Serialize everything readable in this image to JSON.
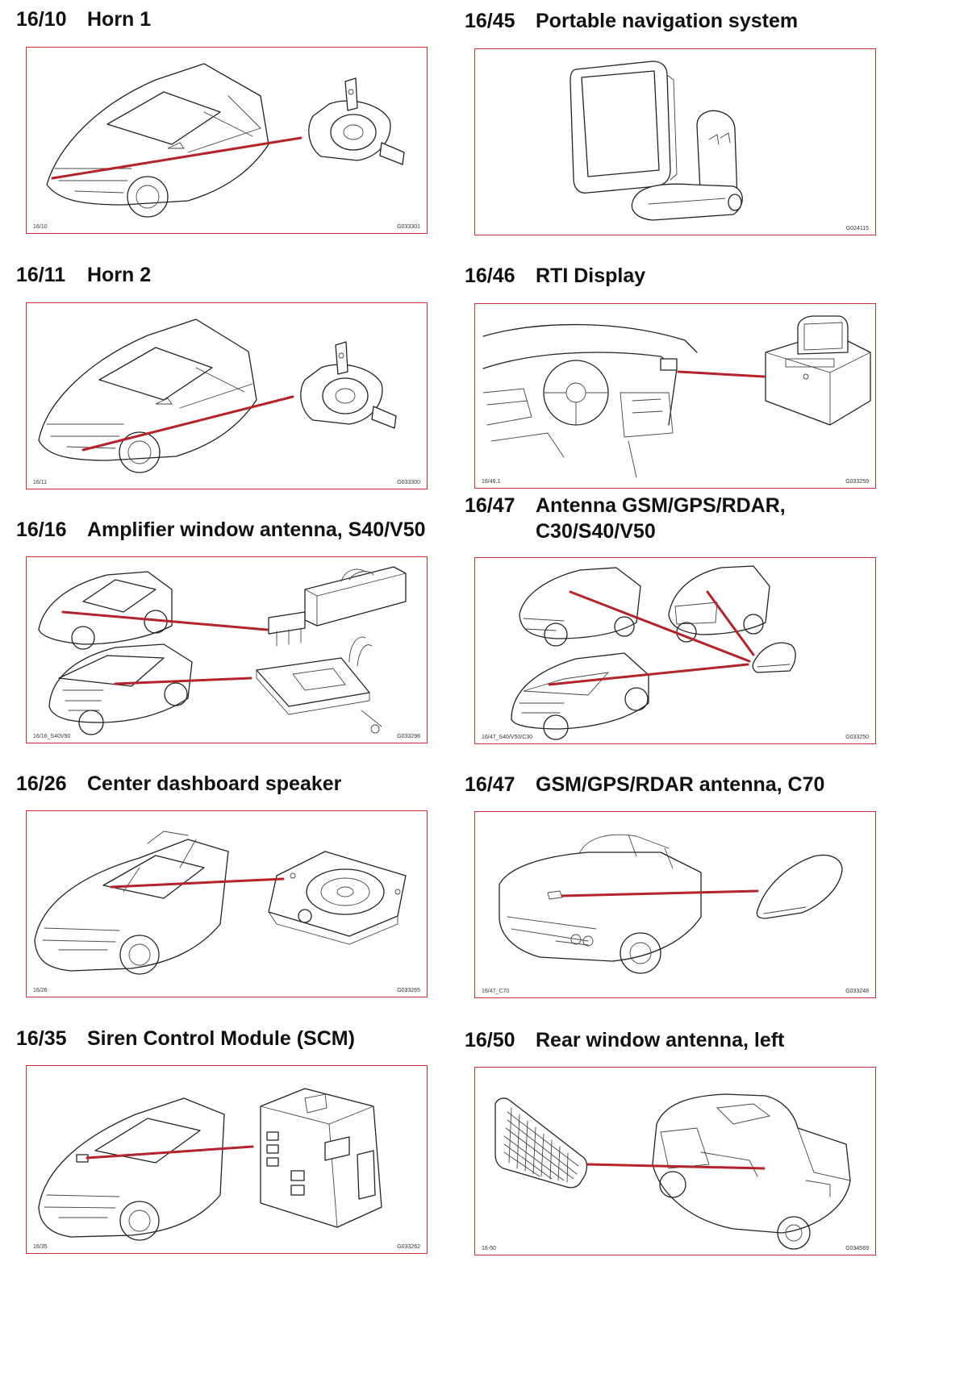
{
  "colors": {
    "frame_border": "#c8323a",
    "leader_line": "#b4222a"
  },
  "entries": [
    {
      "code": "16/10",
      "title": [
        "Horn 1"
      ],
      "ref_left": "16/10",
      "ref_right": "G033301",
      "illustration": "car-horn-front"
    },
    {
      "code": "16/45",
      "title": [
        "Portable navigation system"
      ],
      "ref_left": "",
      "ref_right": "G024115",
      "illustration": "portable-navigation-unit"
    },
    {
      "code": "16/11",
      "title": [
        "Horn 2"
      ],
      "ref_left": "16/11",
      "ref_right": "G033300",
      "illustration": "car-horn-front"
    },
    {
      "code": "16/46",
      "title": [
        "RTI Display"
      ],
      "ref_left": "16/46.1",
      "ref_right": "G033259",
      "illustration": "dashboard-rti-display"
    },
    {
      "code": "16/16",
      "title": [
        "Amplifier window antenna, S40/V50"
      ],
      "ref_left": "16/16_S40V50",
      "ref_right": "G033298",
      "illustration": "two-cars-amplifiers"
    },
    {
      "code": "16/47",
      "title": [
        "Antenna GSM/GPS/RDAR,",
        "C30/S40/V50"
      ],
      "ref_left": "16/47_S40/V50/C30",
      "ref_right": "G033250",
      "illustration": "three-cars-roof-antenna"
    },
    {
      "code": "16/26",
      "title": [
        "Center dashboard speaker"
      ],
      "ref_left": "16/26",
      "ref_right": "G033265",
      "illustration": "car-dashboard-speaker"
    },
    {
      "code": "16/47",
      "title": [
        "GSM/GPS/RDAR antenna, C70"
      ],
      "ref_left": "16/47_C70",
      "ref_right": "G033248",
      "illustration": "convertible-roof-antenna"
    },
    {
      "code": "16/35",
      "title": [
        "Siren Control Module (SCM)"
      ],
      "ref_left": "16/35",
      "ref_right": "G033262",
      "illustration": "car-siren-module"
    },
    {
      "code": "16/50",
      "title": [
        "Rear window antenna, left"
      ],
      "ref_left": "16-50",
      "ref_right": "G034569",
      "illustration": "rear-window-antenna"
    }
  ]
}
